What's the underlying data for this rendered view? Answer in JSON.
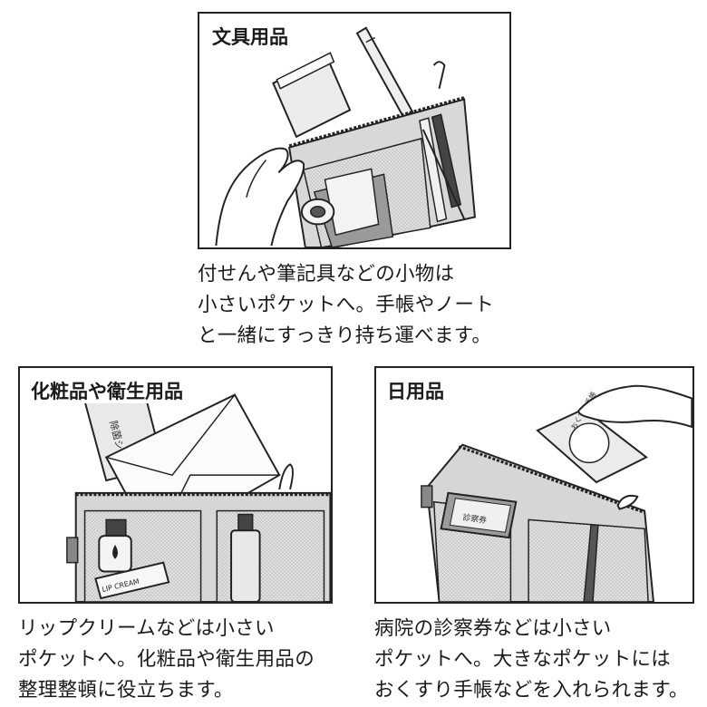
{
  "panels": {
    "stationery": {
      "label": "文具用品",
      "caption": [
        "付せんや筆記具などの小物は",
        "小さいポケットへ。手帳やノート",
        "と一緒にすっきり持ち運べます。"
      ]
    },
    "cosmetics": {
      "label": "化粧品や衛生用品",
      "caption": [
        "リップクリームなどは小さい",
        "ポケットへ。化粧品や衛生用品の",
        "整理整頓に役立ちます。"
      ],
      "product_labels": [
        "除菌シート",
        "LIP CREAM"
      ]
    },
    "daily": {
      "label": "日用品",
      "caption": [
        "病院の診察券などは小さい",
        "ポケットへ。大きなポケットには",
        "おくすり手帳などを入れられます。"
      ],
      "product_labels": [
        "おくすり手帳",
        "診察券"
      ]
    }
  },
  "colors": {
    "line": "#222222",
    "pouch_fill": "#d6d6d6",
    "pouch_dark": "#8a8a8a",
    "mesh": "#cfcfcf"
  }
}
